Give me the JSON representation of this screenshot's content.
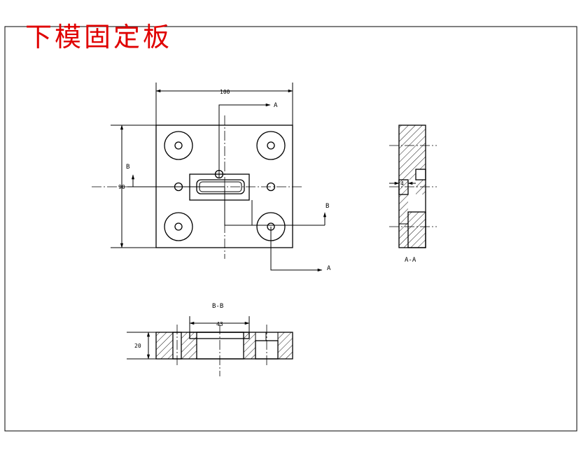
{
  "title": "下模固定板",
  "dimensions": {
    "top_width": "100",
    "left_height": "90",
    "section_width": "43",
    "section_height": "20",
    "aa_small": "4"
  },
  "labels": {
    "a_top": "A",
    "a_bottom": "A",
    "b_left": "B",
    "b_right": "B",
    "section_aa": "A-A",
    "section_bb": "B-B"
  }
}
